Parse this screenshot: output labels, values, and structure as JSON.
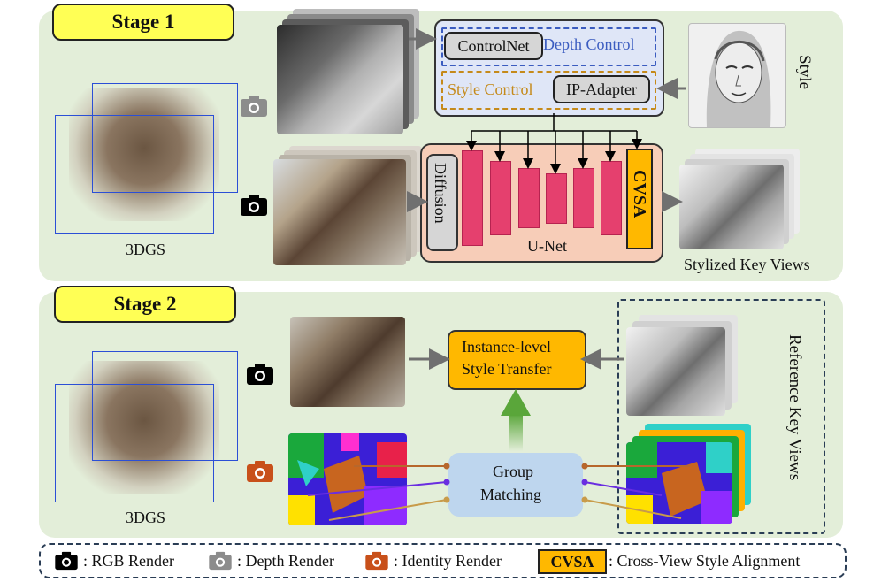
{
  "stage1": {
    "title": "Stage 1",
    "scene_label": "3DGS",
    "controlnet": "ControlNet",
    "depth_control": "Depth Control",
    "style_control": "Style Control",
    "ip_adapter": "IP-Adapter",
    "style_label": "Style",
    "diffusion": "Diffusion",
    "cvsa": "CVSA",
    "unet": "U-Net",
    "stylized_key_views": "Stylized Key Views"
  },
  "stage2": {
    "title": "Stage 2",
    "scene_label": "3DGS",
    "transfer_line1": "Instance-level",
    "transfer_line2": "Style Transfer",
    "group_line1": "Group",
    "group_line2": "Matching",
    "reference_key_views": "Reference  Key  Views"
  },
  "legend": {
    "rgb": ": RGB Render",
    "depth": ": Depth Render",
    "identity": ": Identity Render",
    "cvsa_badge": "CVSA",
    "cvsa": ": Cross-View Style Alignment"
  },
  "colors": {
    "panel_bg": "#e3eed9",
    "stage_tag": "#ffff55",
    "unet_bg": "#f7cdb8",
    "unet_bar": "#e5406e",
    "cvsa": "#ffb800",
    "control_box_bg": "#dfe6f7",
    "depth_text": "#3b5cc0",
    "style_text": "#c58a1a",
    "transfer_box": "#ffb800",
    "group_box": "#bed6ee",
    "arrow_green": "#6fb04a",
    "link_brown": "#b7672c",
    "link_purple": "#6a2ee0",
    "link_gold": "#c89b4a",
    "rgb_camera": "#000000",
    "depth_camera": "#8c8c8c",
    "identity_camera": "#c8501a"
  },
  "icons": [
    "camera-icon",
    "depth-camera-icon",
    "identity-camera-icon",
    "portrait-sketch-icon"
  ]
}
